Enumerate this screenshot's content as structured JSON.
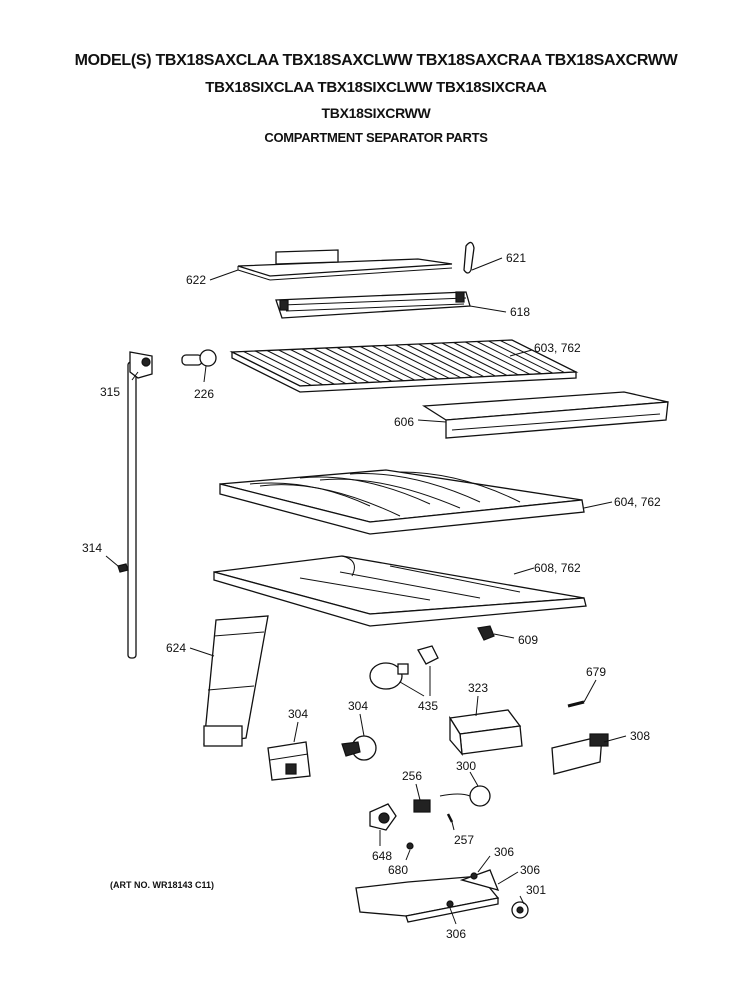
{
  "header": {
    "line1": "MODEL(S) TBX18SAXCLAA  TBX18SAXCLWW  TBX18SAXCRAA  TBX18SAXCRWW",
    "line2": "TBX18SIXCLAA  TBX18SIXCLWW  TBX18SIXCRAA",
    "line3": "TBX18SIXCRWW",
    "line4": "COMPARTMENT SEPARATOR PARTS"
  },
  "art_number": "(ART NO. WR18143 C11)",
  "labels": {
    "p621": "621",
    "p622": "622",
    "p618": "618",
    "p603": "603, 762",
    "p315": "315",
    "p226": "226",
    "p606": "606",
    "p604": "604, 762",
    "p314": "314",
    "p608": "608, 762",
    "p609": "609",
    "p624": "624",
    "p435": "435",
    "p323": "323",
    "p679": "679",
    "p304a": "304",
    "p304b": "304",
    "p308": "308",
    "p256": "256",
    "p300": "300",
    "p257": "257",
    "p648": "648",
    "p680": "680",
    "p306a": "306",
    "p306b": "306",
    "p306c": "306",
    "p301": "301"
  }
}
